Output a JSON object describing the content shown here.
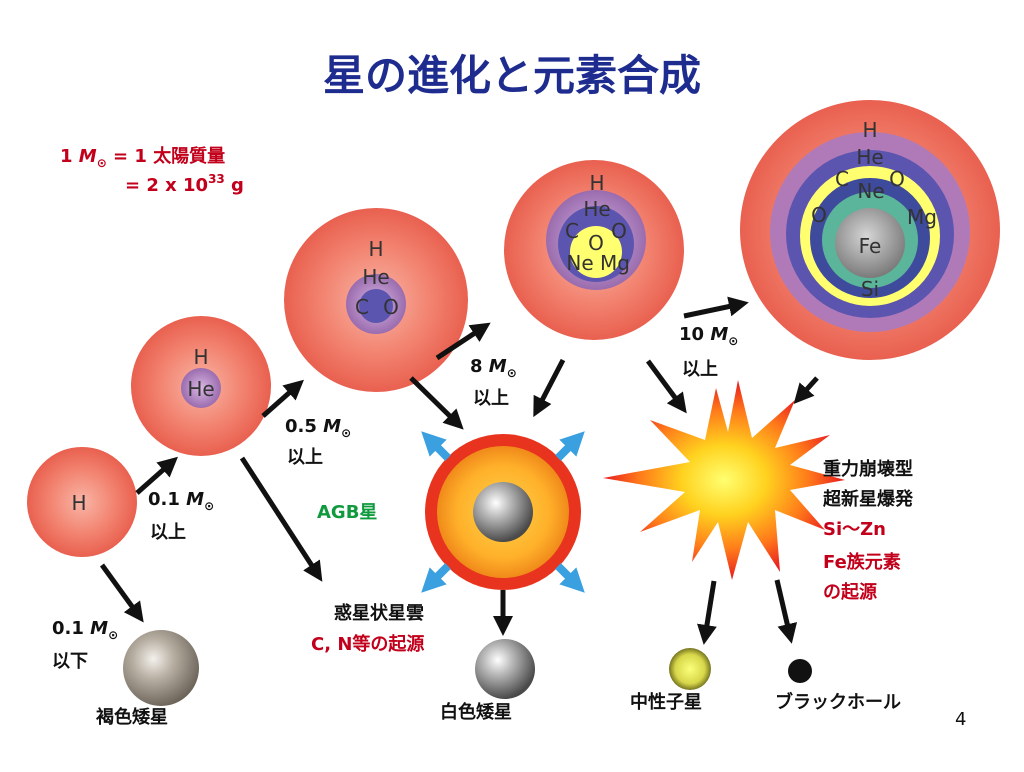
{
  "title": "星の進化と元素合成",
  "mass_unit": {
    "line1_pre": "1 ",
    "sym": "M",
    "sub": "⊙",
    "line1_post": " = 1 太陽質量",
    "line2_pre": "= 2 x 10",
    "line2_exp": "33",
    "line2_post": " g"
  },
  "stars": {
    "s1": [
      "H"
    ],
    "s2": [
      "H",
      "He"
    ],
    "s3": [
      "H",
      "He",
      "C",
      "O"
    ],
    "s4": [
      "H",
      "He",
      "C",
      "O",
      "O",
      "Ne",
      "Mg"
    ],
    "s5": [
      "H",
      "He",
      "C",
      "O",
      "Ne",
      "O",
      "Mg",
      "Fe",
      "Si"
    ]
  },
  "thresholds": {
    "t01": {
      "num": "0.1 ",
      "unit": "M",
      "sub": "⊙",
      "text": "以上"
    },
    "t05": {
      "num": "0.5 ",
      "unit": "M",
      "sub": "⊙",
      "text": "以上"
    },
    "t8": {
      "num": "8 ",
      "unit": "M",
      "sub": "⊙",
      "text": "以上"
    },
    "t10": {
      "num": "10 ",
      "unit": "M",
      "sub": "⊙",
      "text": "以上"
    },
    "tbelow": {
      "num": "0.1 ",
      "unit": "M",
      "sub": "⊙",
      "text": "以下"
    }
  },
  "labels": {
    "agb": "AGB星",
    "nebula": "惑星状星雲",
    "nebula_origin": "C, N等の起源",
    "white_dwarf": "白色矮星",
    "brown_dwarf": "褐色矮星",
    "sn1": "重力崩壊型",
    "sn2": "超新星爆発",
    "sn3": "Si～Zn",
    "sn4": "Fe族元素",
    "sn5": "の起源",
    "neutron_star": "中性子星",
    "black_hole": "ブラックホール",
    "page_number": "4"
  },
  "colors": {
    "title": "#1f2c8f",
    "label_red": "#c2001b",
    "label_green": "#109a3e",
    "star_red": "#ef6a5a",
    "he_shell": "#b07ab8",
    "co_core": "#5b55b0",
    "ne_mg_layer": "#ffff70",
    "si_layer": "#3e4a9c",
    "fe_core": "#8a8a8a"
  }
}
